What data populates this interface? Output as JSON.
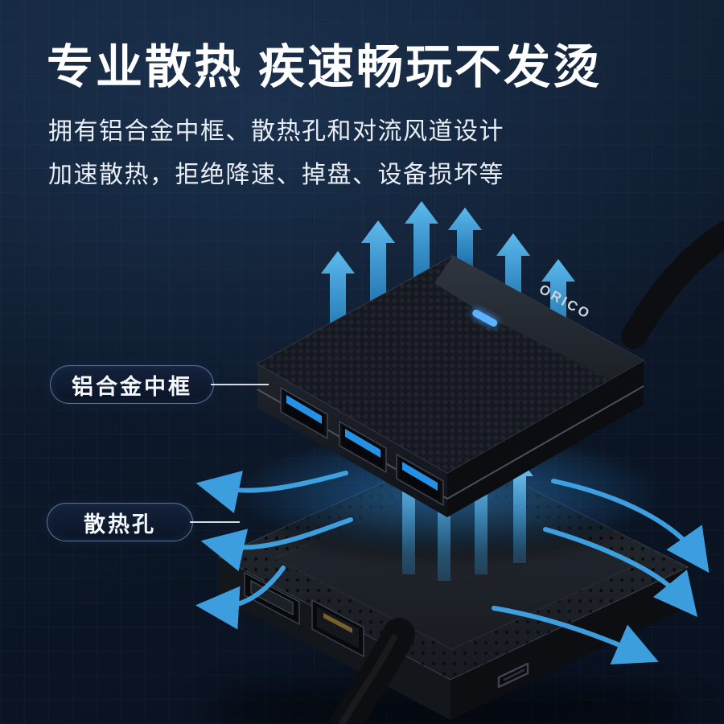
{
  "page": {
    "background": "#0d1a2b",
    "accent_blue": "#2f9ae0"
  },
  "header": {
    "title": "专业散热 疾速畅玩不发烫",
    "subtitle_line1": "拥有铝合金中框、散热孔和对流风道设计",
    "subtitle_line2": "加速散热，拒绝降速、掉盘、设备损坏等"
  },
  "callouts": {
    "aluminum_frame": "铝合金中框",
    "vent_holes": "散热孔"
  },
  "product": {
    "brand": "ORICO",
    "led_color": "#5db2ff",
    "ports": [
      "usb-a-port",
      "usb-a-port",
      "usb-a-port",
      "hdmi-port",
      "ethernet-port",
      "usb-c-port"
    ]
  }
}
